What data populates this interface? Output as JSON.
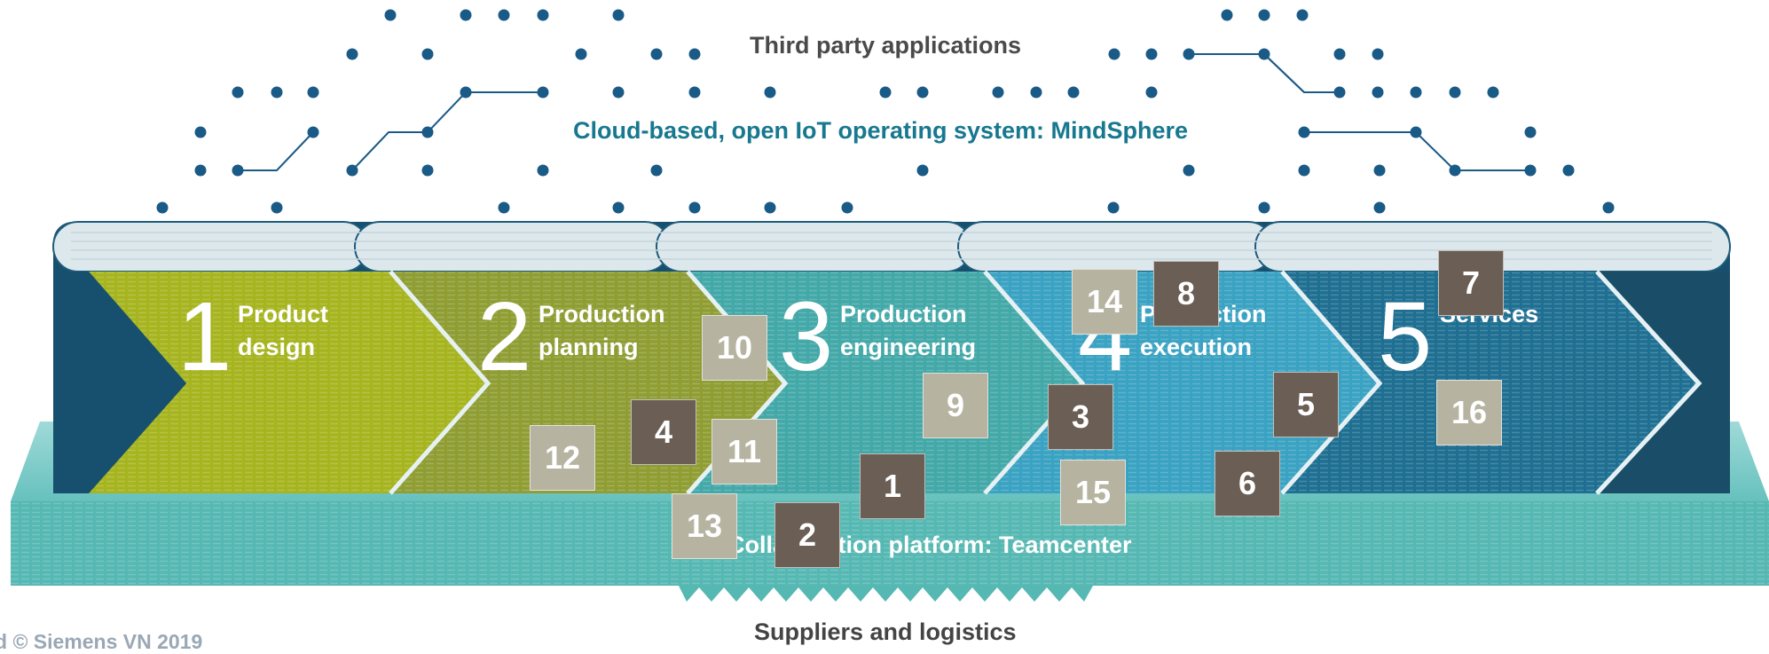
{
  "diagram": {
    "top_label": "Third party applications",
    "cloud_label": "Cloud-based, open IoT operating system: MindSphere",
    "platform_label": "Collaboration platform: Teamcenter",
    "bottom_label": "Suppliers and logistics",
    "copyright": "d © Siemens VN 2019",
    "phases": [
      {
        "number": "1",
        "label": "Product\ndesign"
      },
      {
        "number": "2",
        "label": "Production\nplanning"
      },
      {
        "number": "3",
        "label": "Production\nengineering"
      },
      {
        "number": "4",
        "label": "Production\nexecution"
      },
      {
        "number": "5",
        "label": "Services"
      }
    ],
    "markers": [
      {
        "label": "1",
        "tone": "dark"
      },
      {
        "label": "2",
        "tone": "dark"
      },
      {
        "label": "3",
        "tone": "dark"
      },
      {
        "label": "4",
        "tone": "dark"
      },
      {
        "label": "5",
        "tone": "dark"
      },
      {
        "label": "6",
        "tone": "dark"
      },
      {
        "label": "7",
        "tone": "dark"
      },
      {
        "label": "8",
        "tone": "dark"
      },
      {
        "label": "9",
        "tone": "light"
      },
      {
        "label": "10",
        "tone": "light"
      },
      {
        "label": "11",
        "tone": "light"
      },
      {
        "label": "12",
        "tone": "light"
      },
      {
        "label": "13",
        "tone": "light"
      },
      {
        "label": "14",
        "tone": "light"
      },
      {
        "label": "15",
        "tone": "light"
      },
      {
        "label": "16",
        "tone": "light"
      }
    ],
    "colors": {
      "phase1": "#a6b41f",
      "phase2": "#8f9d33",
      "phase3": "#43a8a8",
      "phase4": "#3aa2c2",
      "phase5": "#1f6f92",
      "base": "#56b8b3",
      "dot": "#1a5a86",
      "marker_dark": "#6a5e55",
      "marker_light": "#b6b3a1"
    }
  }
}
